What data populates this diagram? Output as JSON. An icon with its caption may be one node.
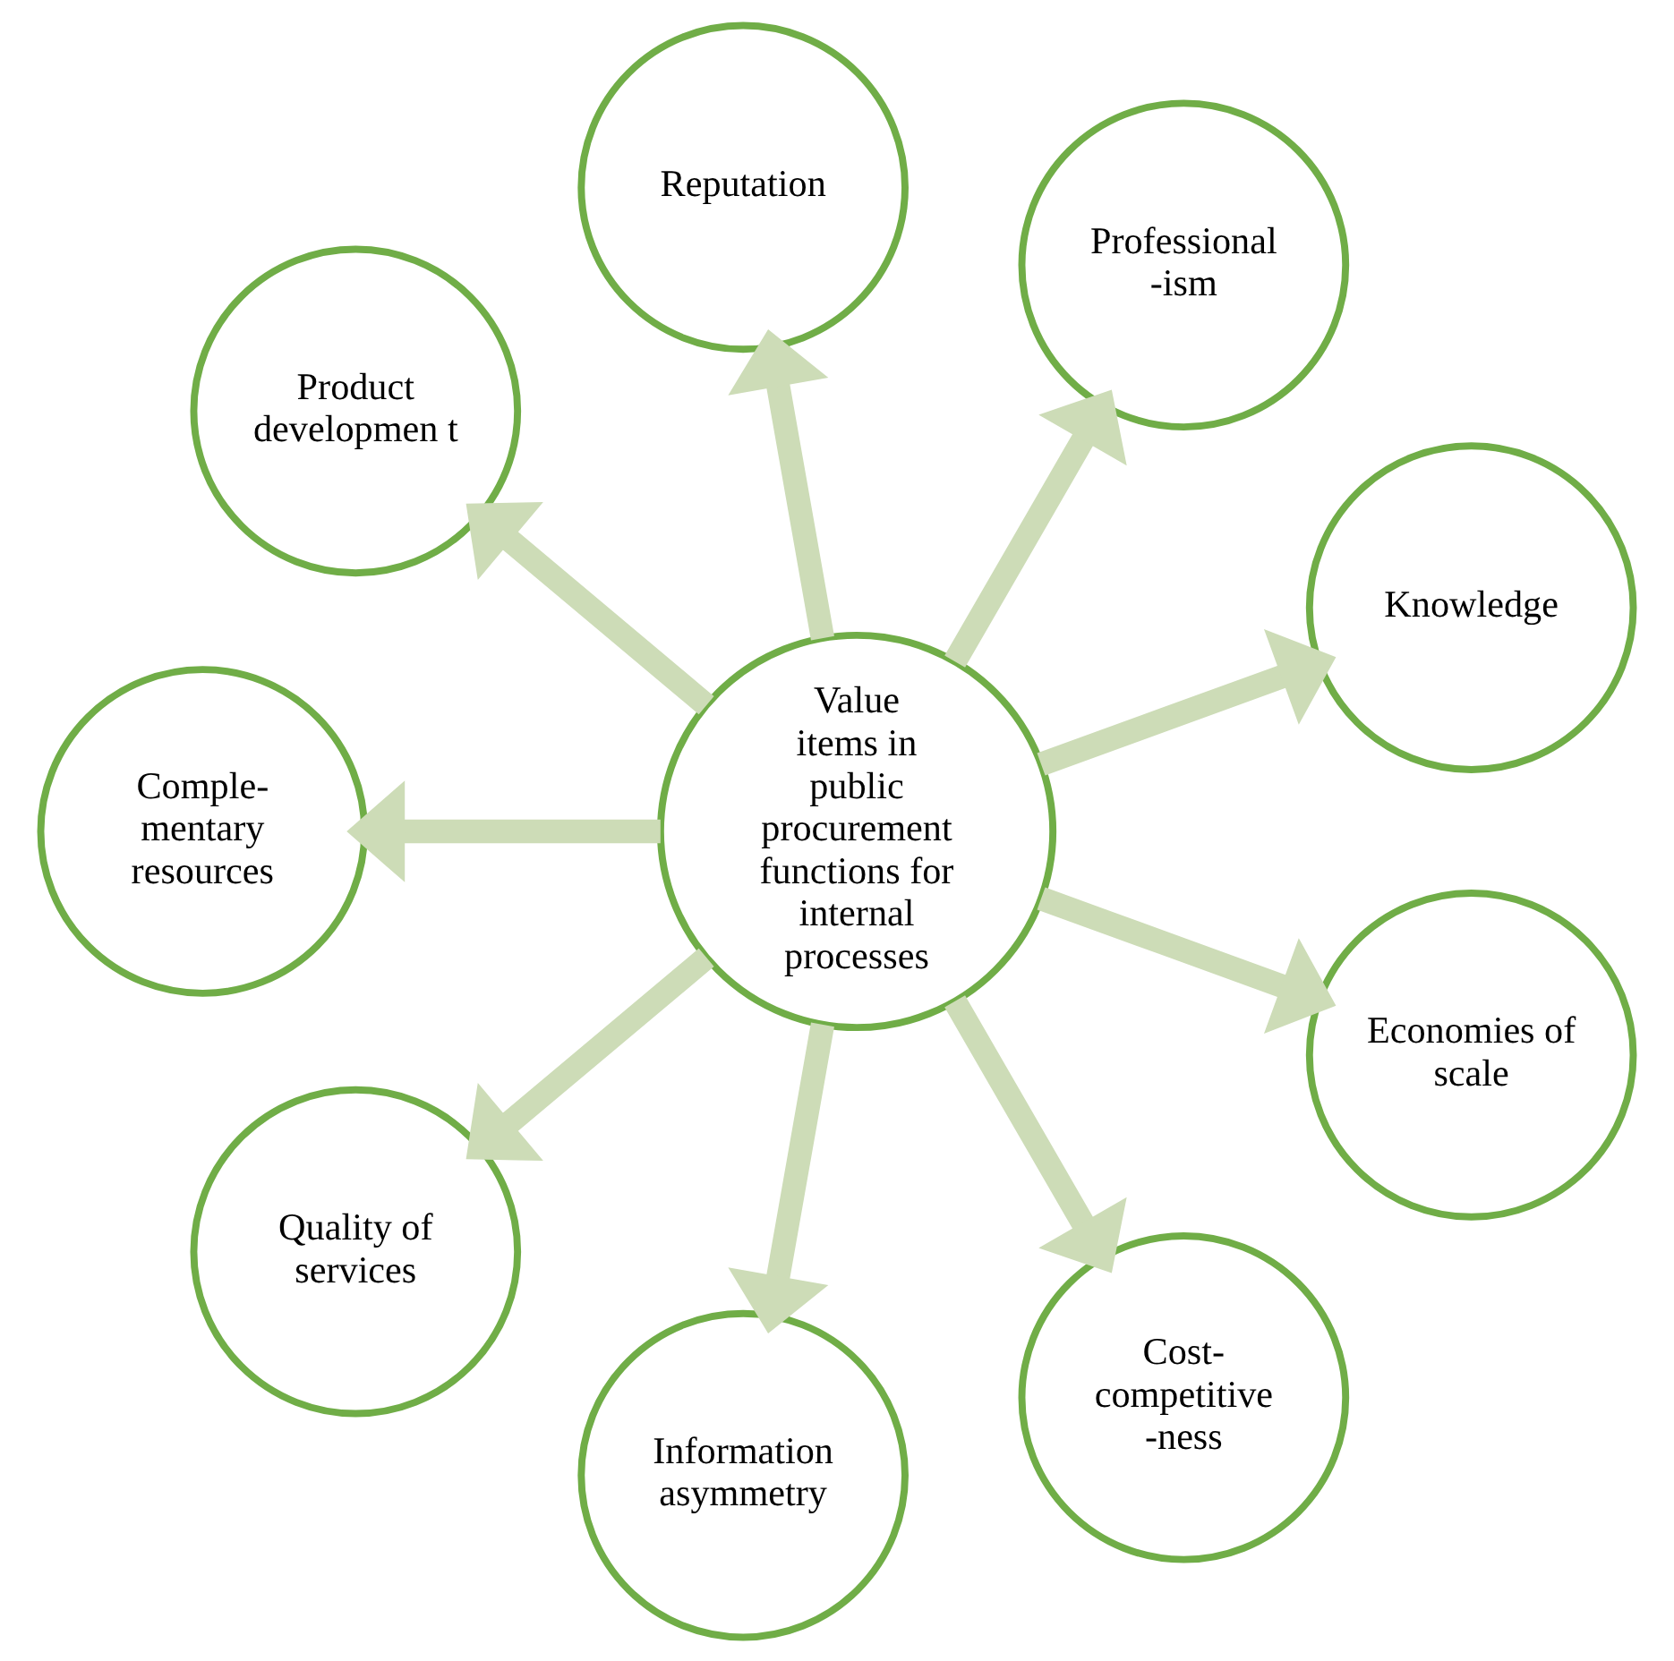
{
  "diagram": {
    "nodes": [
      {
        "text": [
          "Value",
          "items in public procurement functions for internal processes"
        ]
      },
      {
        "text": [
          "Knowledge"
        ]
      },
      {
        "text": [
          "Professional -ism"
        ]
      },
      {
        "text": [
          "Reputation"
        ]
      },
      {
        "text": [
          "Product developmen t"
        ]
      },
      {
        "text": [
          "Comple- mentary resources"
        ]
      },
      {
        "text": [
          "Quality of services"
        ]
      },
      {
        "text": [
          "Information asymmetry"
        ]
      },
      {
        "text": [
          "Cost- competitive -ness"
        ]
      },
      {
        "text": [
          "Economies of scale"
        ]
      }
    ],
    "edges": [
      {
        "from": 0,
        "to": 1,
        "arrow": "to"
      },
      {
        "from": 0,
        "to": 2,
        "arrow": "to"
      },
      {
        "from": 0,
        "to": 3,
        "arrow": "to"
      },
      {
        "from": 0,
        "to": 4,
        "arrow": "to"
      },
      {
        "from": 0,
        "to": 5,
        "arrow": "to"
      },
      {
        "from": 0,
        "to": 6,
        "arrow": "to"
      },
      {
        "from": 0,
        "to": 7,
        "arrow": "to"
      },
      {
        "from": 0,
        "to": 8,
        "arrow": "to"
      },
      {
        "from": 0,
        "to": 9,
        "arrow": "to"
      }
    ]
  }
}
